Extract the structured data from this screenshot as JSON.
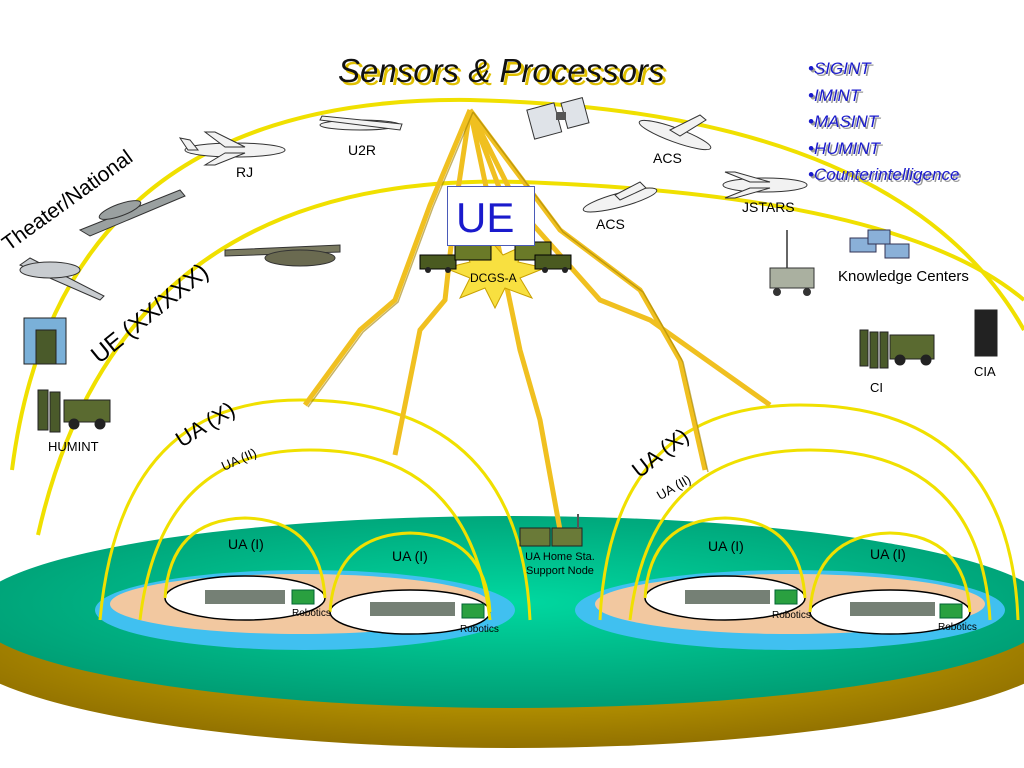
{
  "title": "Sensors & Processors",
  "intelligence_types": [
    "SIGINT",
    "IMINT",
    "MASINT",
    "HUMINT",
    "Counterintelligence"
  ],
  "bullet": "•",
  "echelons": {
    "theater": "Theater/National",
    "ue_xx": "UE (XX/XXX)",
    "ua_x_left": "UA (X)",
    "ua_ii_left": "UA (II)",
    "ua_x_right": "UA (X)",
    "ua_ii_right": "UA (II)",
    "ua_i_1": "UA (I)",
    "ua_i_2": "UA (I)",
    "ua_i_3": "UA (I)",
    "ua_i_4": "UA (I)"
  },
  "center": {
    "ue": "UE",
    "dcgs": "DCGS-A"
  },
  "assets": {
    "rj": "RJ",
    "u2r": "U2R",
    "acs_1": "ACS",
    "acs_2": "ACS",
    "jstars": "JSTARS",
    "knowledge_centers": "Knowledge Centers",
    "cia": "CIA",
    "ci": "CI",
    "humint": "HUMINT",
    "robotics_1": "Robotics",
    "robotics_2": "Robotics",
    "robotics_3": "Robotics",
    "robotics_4": "Robotics",
    "home_station_line1": "UA Home Sta.",
    "home_station_line2": "Support Node"
  },
  "icons": {
    "satellite": "satellite-icon",
    "aircraft": "aircraft-icon",
    "uav": "uav-icon",
    "ground_station": "ground-station-icon",
    "soldiers": "soldier-icon",
    "humvee": "humvee-icon",
    "buildings": "building-icon",
    "robot": "robot-icon"
  },
  "colors": {
    "dome_line": "#f0e000",
    "lightning": "#f0c020",
    "outer_disk": "#c9a000",
    "mid_disk": "#00c08a",
    "inner_disk": "#40c0f0",
    "core_disk": "#f2c8a0",
    "ue_text": "#1a1acc",
    "starburst": "#f8e040"
  }
}
